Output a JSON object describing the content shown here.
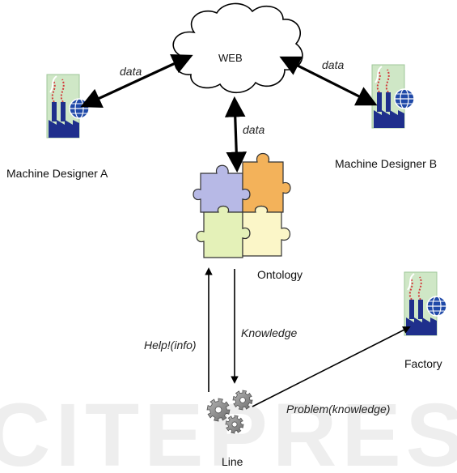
{
  "nodes": {
    "web": "WEB",
    "designer_a": "Machine Designer A",
    "designer_b": "Machine Designer B",
    "ontology": "Ontology",
    "factory": "Factory",
    "line": "Line"
  },
  "edges": {
    "a_web": "data",
    "web_b": "data",
    "web_ontology": "data",
    "line_to_ontology": "Help!(info)",
    "ontology_to_line": "Knowledge",
    "line_to_factory": "Problem(knowledge)"
  },
  "watermark": "SCITEPRESS",
  "colors": {
    "arrow": "#000000",
    "factory_blue": "#1f2f8c",
    "factory_bg": "#cfe7c6",
    "globe": "#1f49a8",
    "puzzle_blue": "#b7b9e6",
    "puzzle_orange": "#f3b25a",
    "puzzle_green": "#e4f1b8",
    "puzzle_yellow": "#fbf6c8",
    "gear": "#8d8d8d"
  }
}
